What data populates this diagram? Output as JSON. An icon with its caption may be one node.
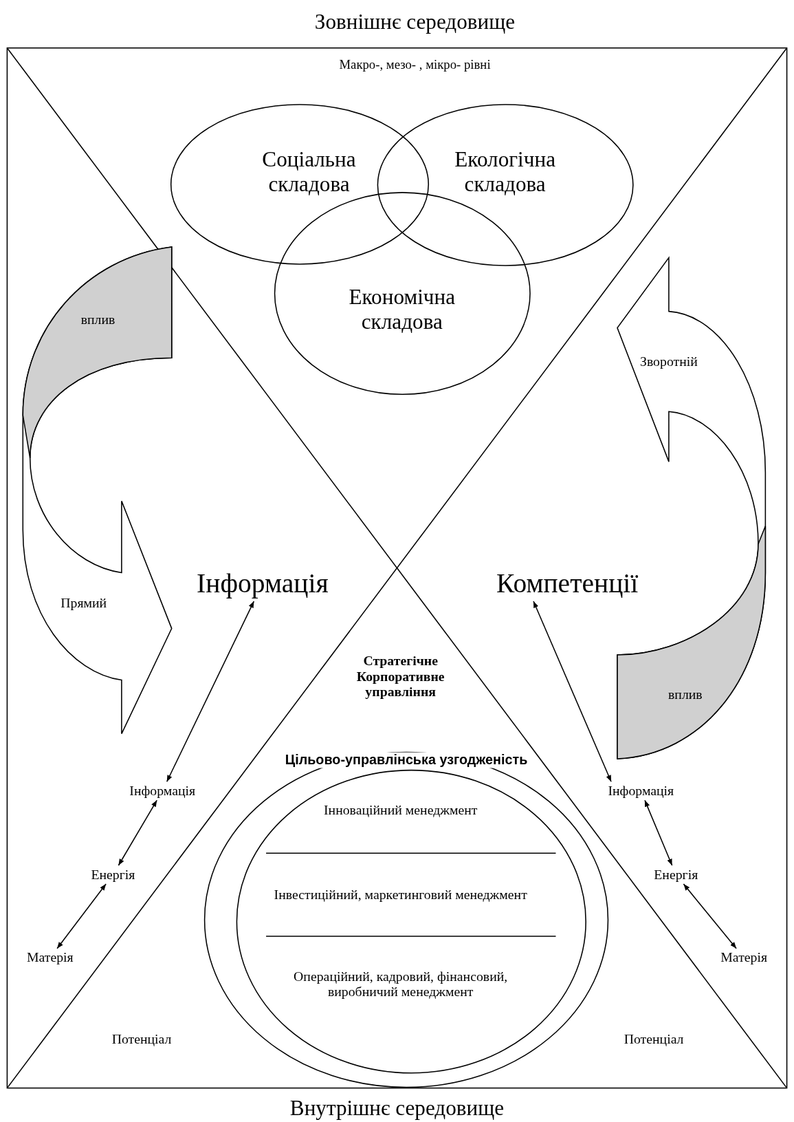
{
  "diagram": {
    "title": "Зовнішнє середовище",
    "caption": "Внутрішнє середовище",
    "nodes": [
      {
        "text": [
          "Соціальна складова"
        ]
      },
      {
        "text": [
          "Екологічна складова"
        ]
      },
      {
        "text": [
          "Економічна складова"
        ]
      },
      {
        "text": [
          "вплив",
          "Прямий"
        ]
      },
      {
        "text": [
          "Зворотній",
          "вплив"
        ]
      },
      {
        "text": [
          "Інформація"
        ]
      },
      {
        "text": [
          "Компетенції"
        ]
      },
      {
        "text": [
          "Цільово-управлінська узгодженість"
        ]
      },
      {
        "text": [
          "Інноваційний менеджмент",
          "Інвестиційний, маркетинговий менеджмент",
          "Операційний, кадровий, фінансовий, виробничий менеджмент"
        ],
        "in": 7
      },
      {
        "text": [
          "Інформація"
        ]
      },
      {
        "text": [
          "Енергія"
        ]
      },
      {
        "text": [
          "Матерія"
        ]
      },
      {
        "text": [
          "Інформація"
        ]
      },
      {
        "text": [
          "Енергія"
        ]
      },
      {
        "text": [
          "Матерія"
        ]
      }
    ],
    "edges": [
      {
        "from": 9,
        "to": 5,
        "arrow": "both"
      },
      {
        "from": 9,
        "to": 10,
        "arrow": "both"
      },
      {
        "from": 10,
        "to": 11,
        "arrow": "both"
      },
      {
        "from": 6,
        "to": 12,
        "arrow": "both"
      },
      {
        "from": 12,
        "to": 13,
        "arrow": "both"
      },
      {
        "from": 13,
        "to": 14,
        "arrow": "both"
      }
    ],
    "labels": [
      "Макро-,  мезо- ,  мікро- рівні",
      "Стратегічне Корпоративне управління",
      "Потенціал",
      "Потенціал"
    ]
  }
}
